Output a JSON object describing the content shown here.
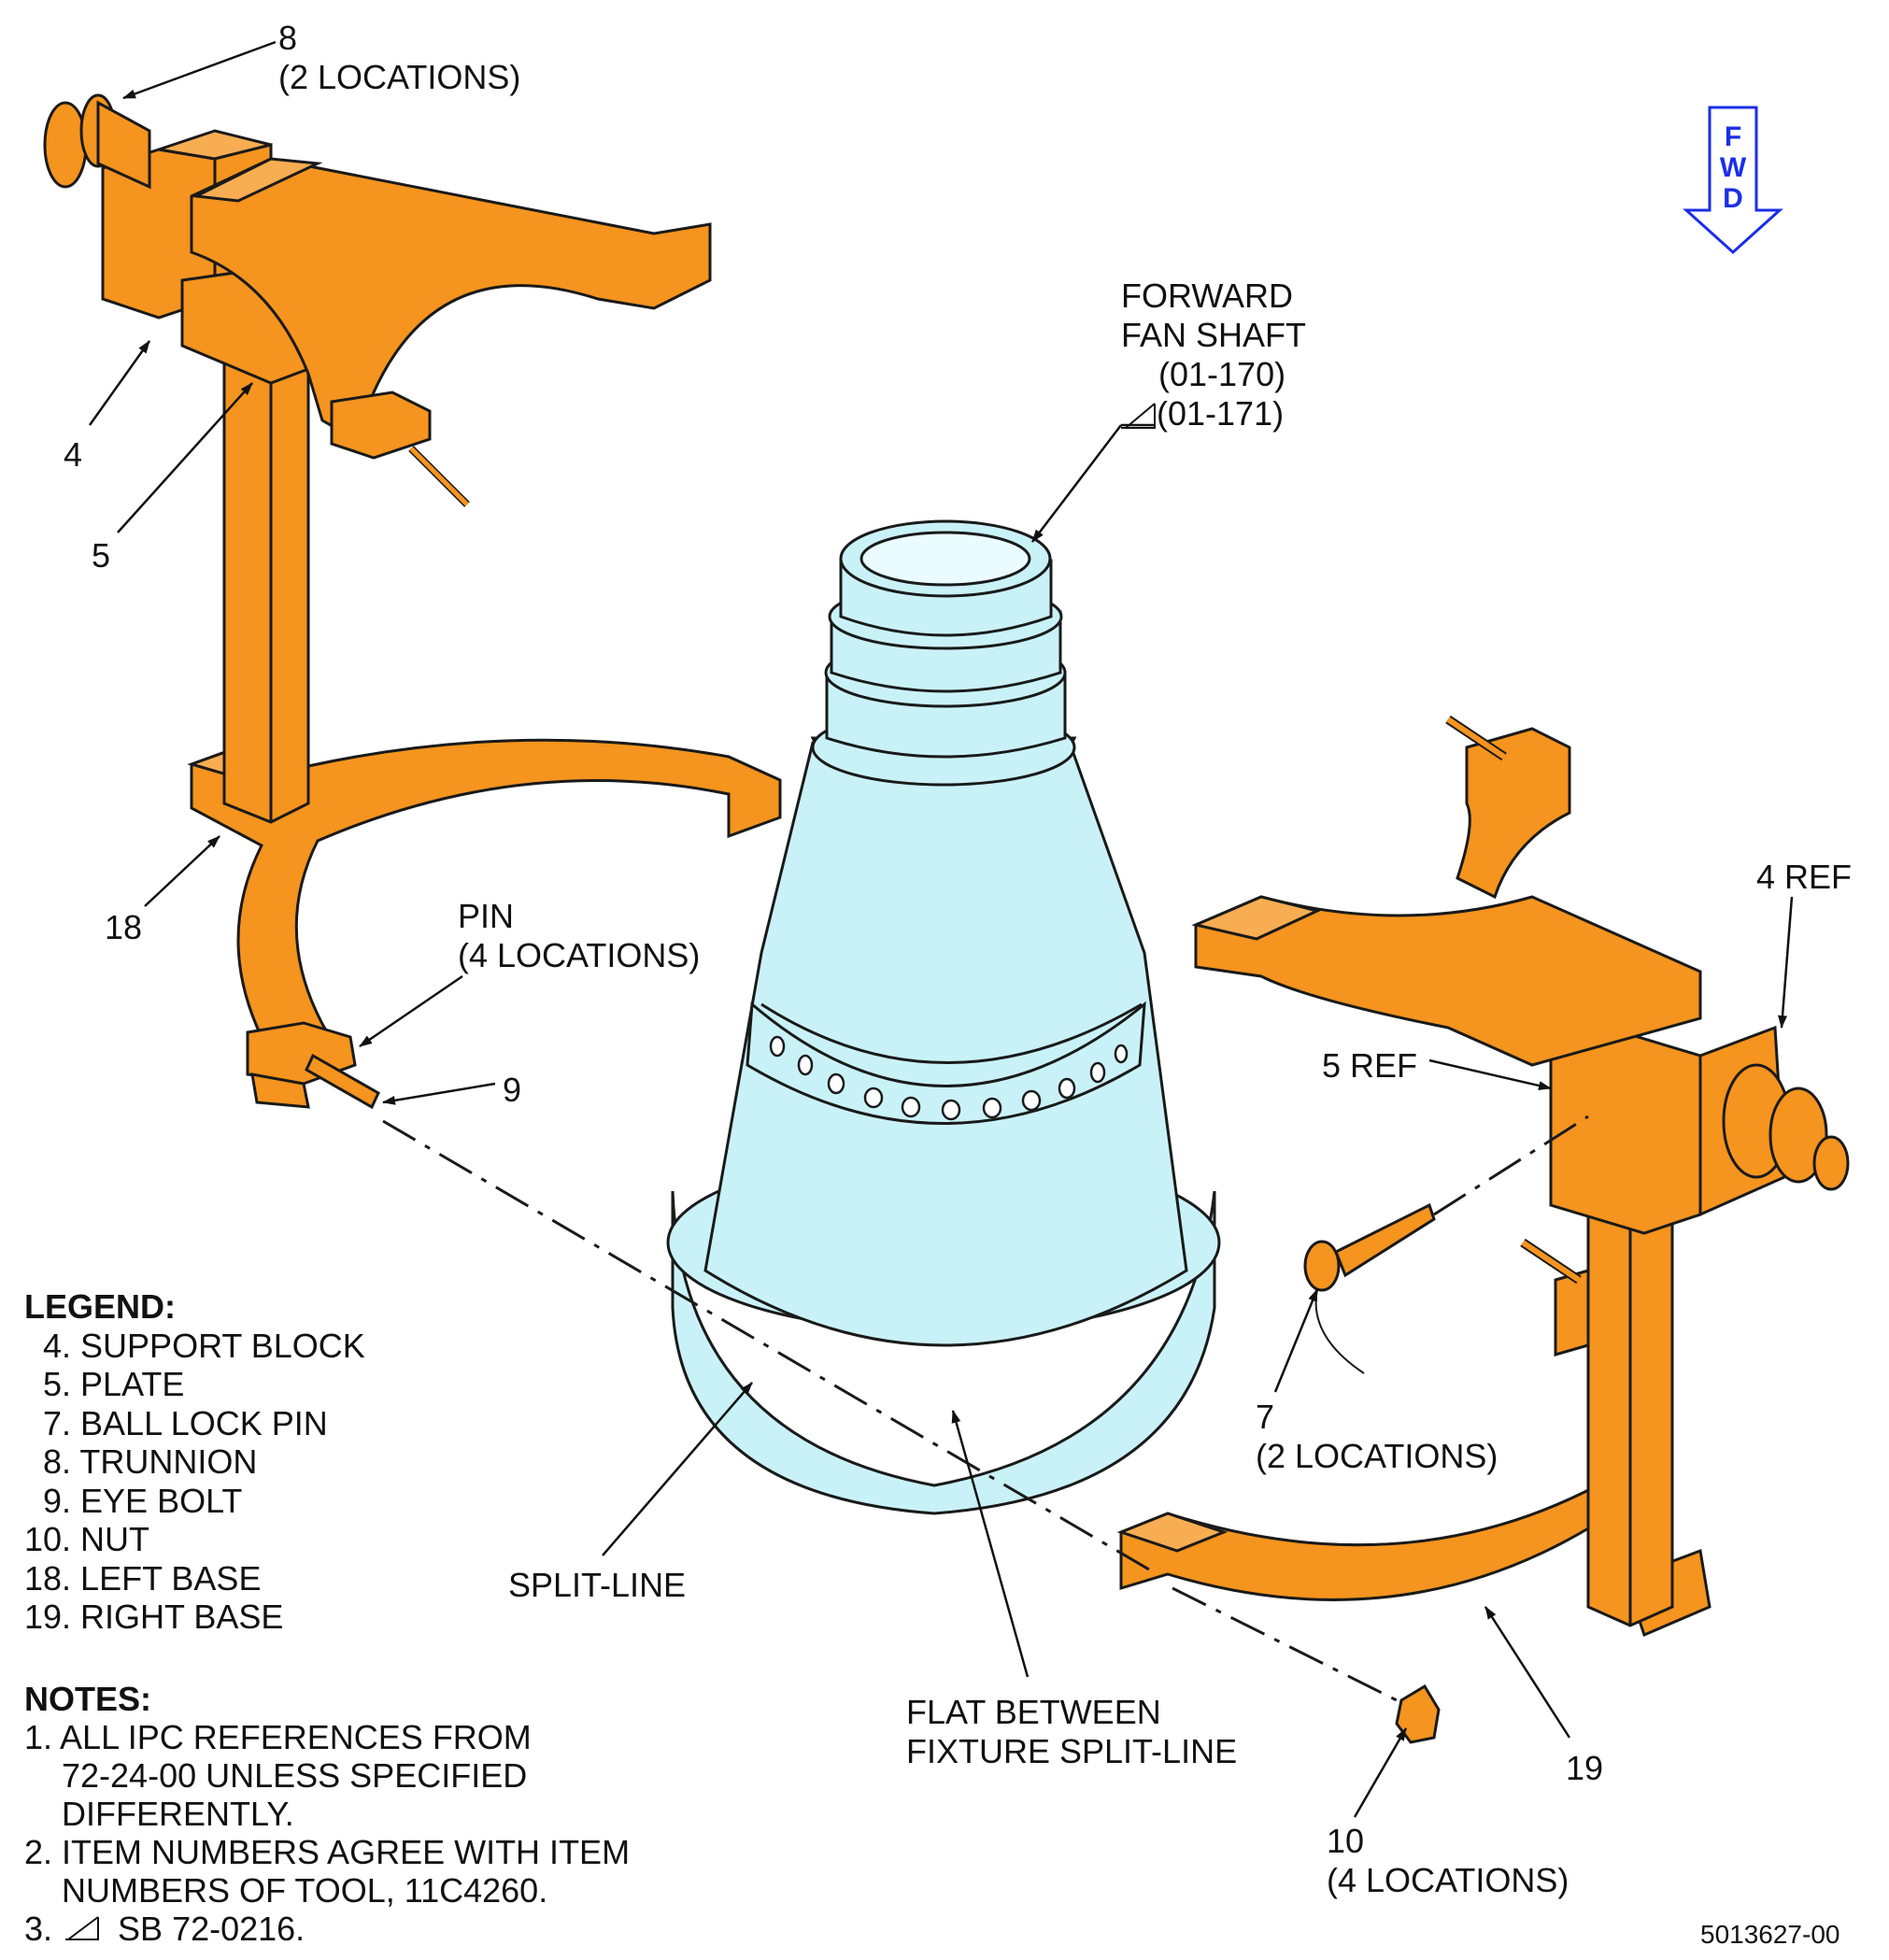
{
  "colors": {
    "fixture": "#F5941E",
    "shaft": "#C9F2F8",
    "outline": "#1a1a1a",
    "fwd": "#1a2ee8"
  },
  "callouts": {
    "c8": "8",
    "c8_loc": "(2 LOCATIONS)",
    "c4": "4",
    "c5": "5",
    "c18": "18",
    "pin": "PIN",
    "pin_loc": "(4 LOCATIONS)",
    "c9": "9",
    "fwd_shaft_1": "FORWARD",
    "fwd_shaft_2": "FAN SHAFT",
    "fwd_shaft_3": "(01-170)",
    "fwd_shaft_4": "(01-171)",
    "c4ref": "4 REF",
    "c5ref": "5 REF",
    "c7": "7",
    "c7_loc": "(2 LOCATIONS)",
    "split": "SPLIT-LINE",
    "flat_1": "FLAT BETWEEN",
    "flat_2": "FIXTURE SPLIT-LINE",
    "c19": "19",
    "c10": "10",
    "c10_loc": "(4 LOCATIONS)",
    "drawing_no": "5013627-00"
  },
  "fwd_indicator": {
    "letters": [
      "F",
      "W",
      "D"
    ],
    "icon": "down-arrow-icon"
  },
  "legend": {
    "title": "LEGEND:",
    "items": [
      "  4. SUPPORT BLOCK",
      "  5. PLATE",
      "  7. BALL LOCK PIN",
      "  8. TRUNNION",
      "  9. EYE BOLT",
      "10. NUT",
      "18. LEFT BASE",
      "19. RIGHT BASE"
    ]
  },
  "notes": {
    "title": "NOTES:",
    "items": [
      "1. ALL IPC REFERENCES FROM",
      "    72-24-00 UNLESS SPECIFIED",
      "    DIFFERENTLY.",
      "2. ITEM NUMBERS AGREE WITH ITEM",
      "    NUMBERS OF TOOL, 11C4260.",
      "3.       SB 72-0216."
    ]
  }
}
